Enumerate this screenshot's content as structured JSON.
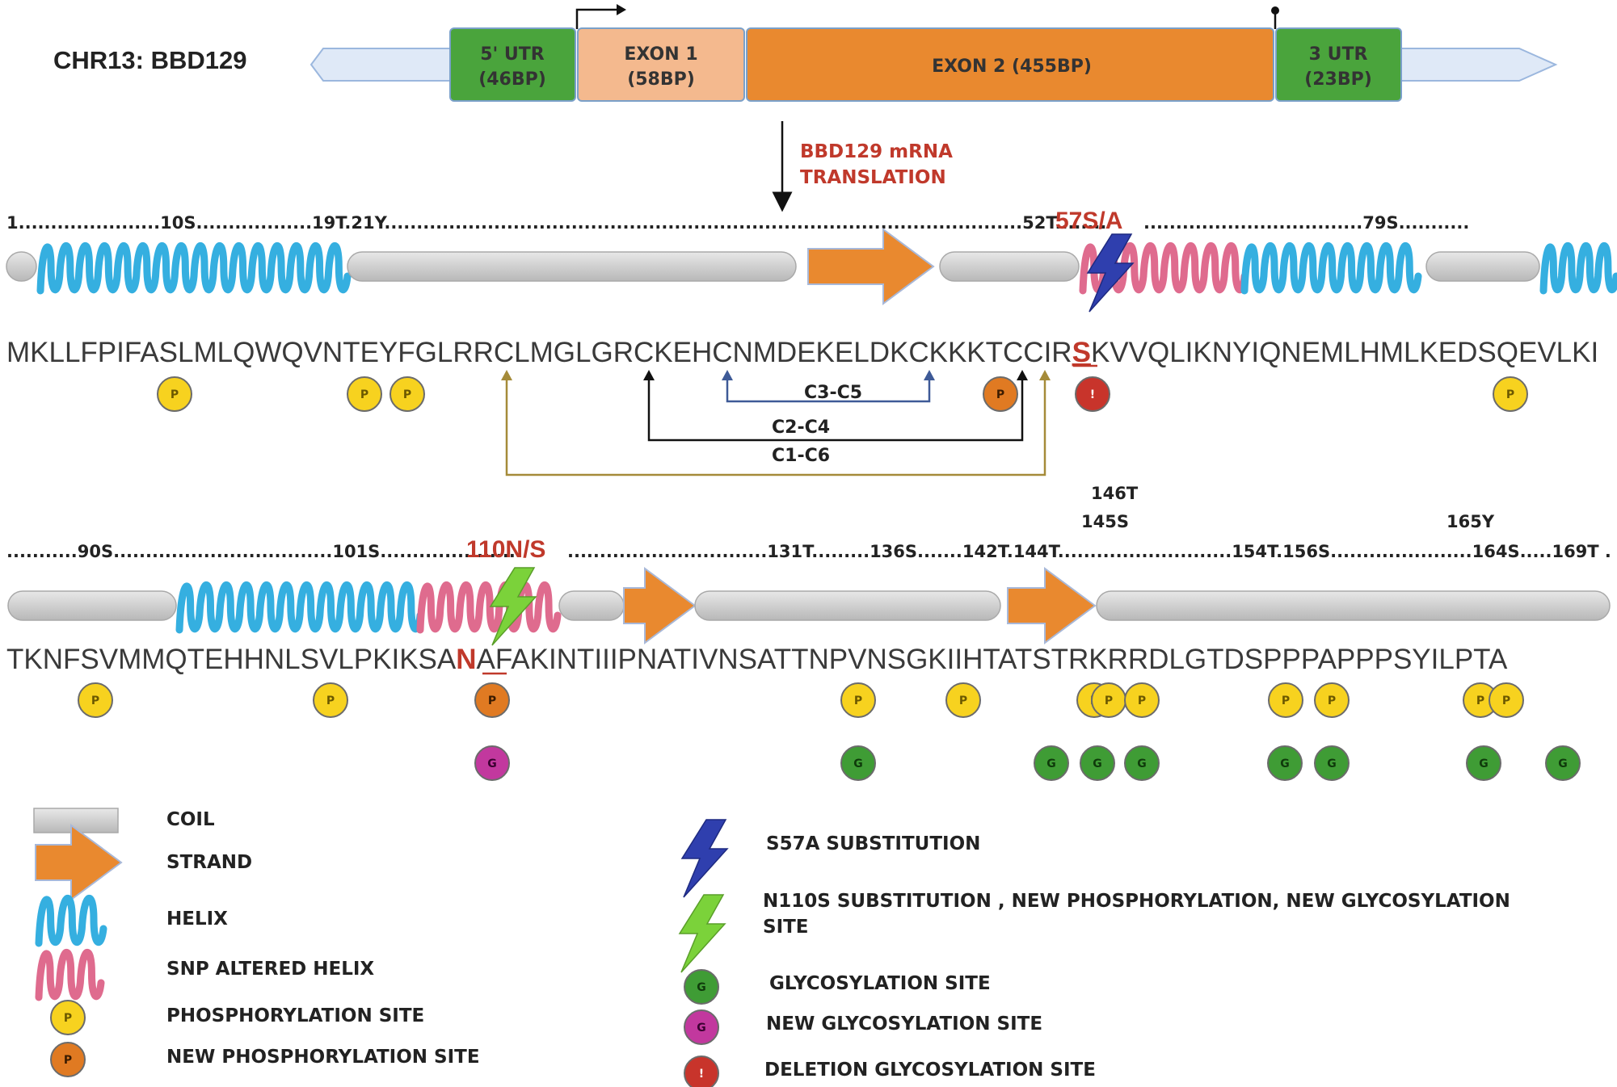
{
  "gene": {
    "name": "CHR13: BBD129",
    "boxes": [
      {
        "l1": "5' UTR",
        "l2": "(46BP)",
        "color": "#4aa43c"
      },
      {
        "l1": "EXON 1",
        "l2": "(58BP)",
        "color": "#f4b98e"
      },
      {
        "l1": "EXON 2 (455BP)",
        "l2": "",
        "color": "#e9892f"
      },
      {
        "l1": "3 UTR",
        "l2": "(23BP)",
        "color": "#4aa43c"
      }
    ],
    "translation": [
      "BBD129 mRNA",
      "TRANSLATION"
    ]
  },
  "row1": {
    "ruler": "1......................10S..................19T.21Y...................................................................................................52T........",
    "ruler_right": "..................................79S...........",
    "mutation": "57S/A",
    "seq_before": "MKLLFPIFASLMLQWQVNTEYFGLRRCLMGLGRCKEHCNMDEKELDKCKKKTCCIR",
    "seq_mut": "S",
    "seq_after": "KVVQLIKNYIQNEMLHMLKEDSQEVLKI",
    "bridges": [
      "C3-C5",
      "C2-C4",
      "C1-C6"
    ]
  },
  "row2": {
    "ruler": "...........90S..................................101S......................",
    "ruler_mid": "...............................131T.........136S.......142T.144T...........................154T.156S......................164S.....169T .",
    "top_labels": [
      "146T",
      "145S",
      "165Y"
    ],
    "mutation": "110N/S",
    "seq_before": "TKNFSVMMQTEHHNLSVLPKIKSA",
    "seq_mut": "N",
    "seq_after": "AFAKINTIIIPNATIVNSATTNPVNSGKIIHTATSTRKRRDLGTDSPPPAPPPSYILPTA"
  },
  "badges": {
    "p": "P",
    "g": "G",
    "del": "!"
  },
  "colors": {
    "helix": "#35afe0",
    "snp_helix": "#df6b8e",
    "strand": "#e9892f",
    "coil": "#cfcfcf",
    "phospho": "#f7d21f",
    "new_phospho": "#e07a22",
    "glyco": "#3f9c35",
    "new_glyco": "#c2389e",
    "deletion": "#c8342b",
    "s57a_bolt": "#2f3fae",
    "n110s_bolt": "#7bd23a"
  },
  "legend": {
    "coil": "COIL",
    "strand": "STRAND",
    "helix": "HELIX",
    "snp_helix": "SNP ALTERED HELIX",
    "phospho": "PHOSPHORYLATION SITE",
    "new_phospho": "NEW PHOSPHORYLATION SITE",
    "s57a": "S57A SUBSTITUTION",
    "n110s_l1": "N110S SUBSTITUTION , NEW PHOSPHORYLATION, NEW GLYCOSYLATION",
    "n110s_l2": "SITE",
    "glyco": "GLYCOSYLATION SITE",
    "new_glyco": "NEW GLYCOSYLATION SITE",
    "deletion": "DELETION GLYCOSYLATION SITE"
  }
}
